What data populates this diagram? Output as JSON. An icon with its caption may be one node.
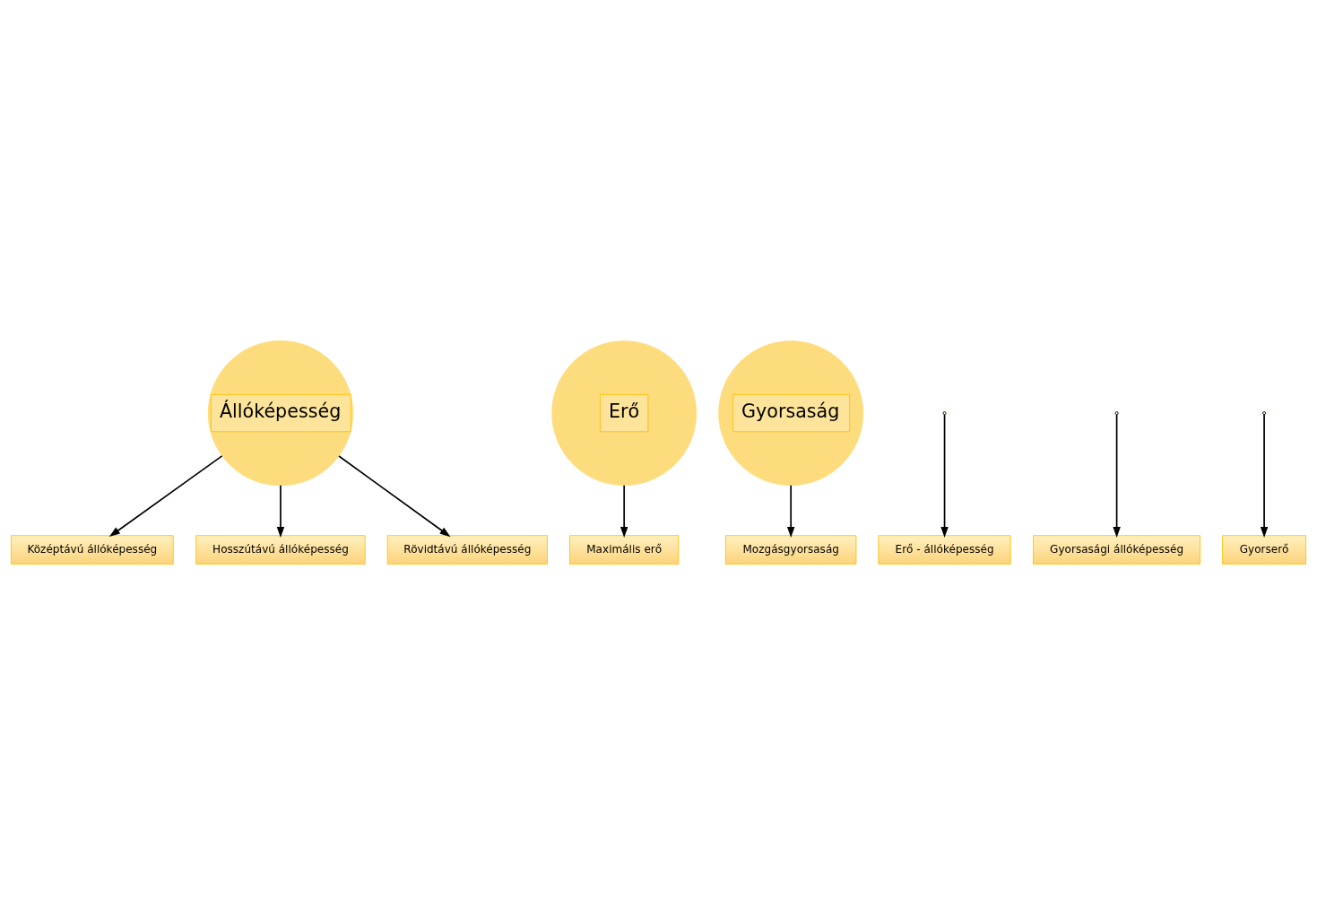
{
  "diagram": {
    "nodes": [
      {
        "text": [
          "Állóképesség"
        ]
      },
      {
        "text": [
          "Erő"
        ]
      },
      {
        "text": [
          "Gyorsaság"
        ]
      },
      {
        "text": [
          "Középtávú állóképesség"
        ]
      },
      {
        "text": [
          "Hosszútávú állóképesség"
        ]
      },
      {
        "text": [
          "Rövidtávú állóképesség"
        ]
      },
      {
        "text": [
          "Erő - állóképesség"
        ]
      },
      {
        "text": [
          "Gyorsasági állóképesség"
        ]
      },
      {
        "text": [
          "Maximális erő"
        ]
      },
      {
        "text": [
          "Gyorserő"
        ]
      },
      {
        "text": [
          "Mozgásgyorsaság"
        ]
      }
    ],
    "edges": [
      {
        "from": 0,
        "to": 3,
        "arrow": "to"
      },
      {
        "from": 0,
        "to": 4,
        "arrow": "to"
      },
      {
        "from": 0,
        "to": 5,
        "arrow": "to"
      },
      {
        "from": null,
        "to": 6,
        "arrow": "to"
      },
      {
        "from": null,
        "to": 7,
        "arrow": "to"
      },
      {
        "from": 1,
        "to": 8,
        "arrow": "to"
      },
      {
        "from": null,
        "to": 9,
        "arrow": "to"
      },
      {
        "from": 2,
        "to": 10,
        "arrow": "to"
      }
    ]
  }
}
